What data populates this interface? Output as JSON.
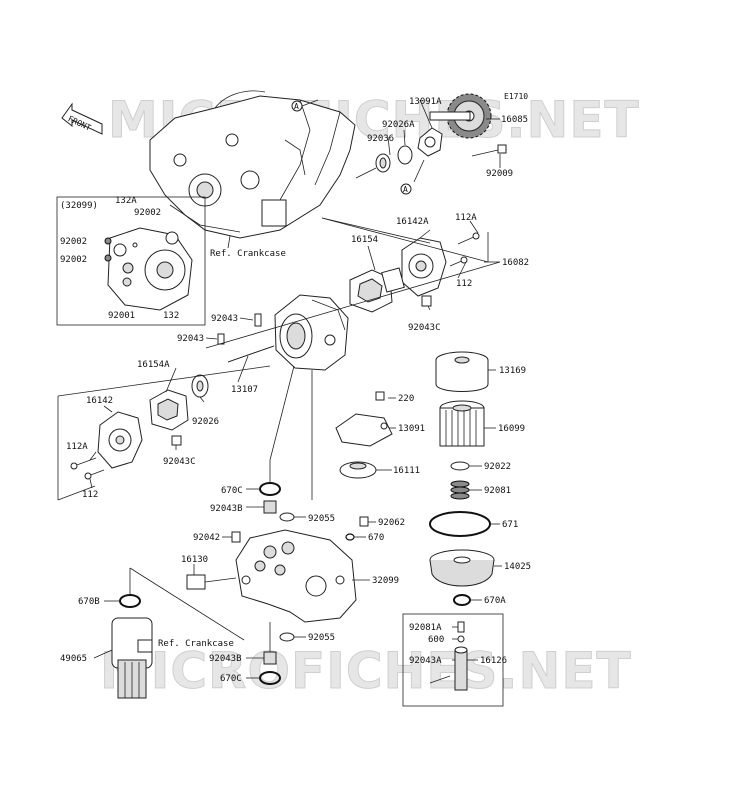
{
  "diagram_code": "E1710",
  "front_label": "FRONT",
  "watermark_top": "MICROFICHES.NET",
  "watermark_bottom": "MICROFICHES.NET",
  "ref_crankcase_top": "Ref. Crankcase",
  "ref_crankcase_bottom": "Ref. Crankcase",
  "marker_a": "A",
  "box_group_label": "(32099)",
  "part_labels": {
    "p13091A": "13091A",
    "p16085": "16085",
    "p92026A": "92026A",
    "p92036": "92036",
    "p92009": "92009",
    "p132A": "132A",
    "p92002_top": "92002",
    "p92002_l1": "92002",
    "p92002_l2": "92002",
    "p92001": "92001",
    "p132": "132",
    "p16142A": "16142A",
    "p112A_top": "112A",
    "p16154": "16154",
    "p16082": "16082",
    "p112_top": "112",
    "p92043C_top": "92043C",
    "p92043_a": "92043",
    "p92043_b": "92043",
    "p16154A": "16154A",
    "p13107": "13107",
    "p13169": "13169",
    "p16142": "16142",
    "p92026": "92026",
    "p220": "220",
    "p13091": "13091",
    "p16099": "16099",
    "p112A_bot": "112A",
    "p92043C_bot": "92043C",
    "p16111": "16111",
    "p92022": "92022",
    "p112_bot": "112",
    "p670C_top": "670C",
    "p92081": "92081",
    "p92043B_top": "92043B",
    "p92055_top": "92055",
    "p92062": "92062",
    "p671": "671",
    "p92042": "92042",
    "p670": "670",
    "p16130": "16130",
    "p32099": "32099",
    "p14025": "14025",
    "p670B": "670B",
    "p670A": "670A",
    "p92055_bot": "92055",
    "p92081A": "92081A",
    "p600": "600",
    "p49065": "49065",
    "p92043B_bot": "92043B",
    "p92043A": "92043A",
    "p16126": "16126",
    "p670C_bot": "670C"
  }
}
